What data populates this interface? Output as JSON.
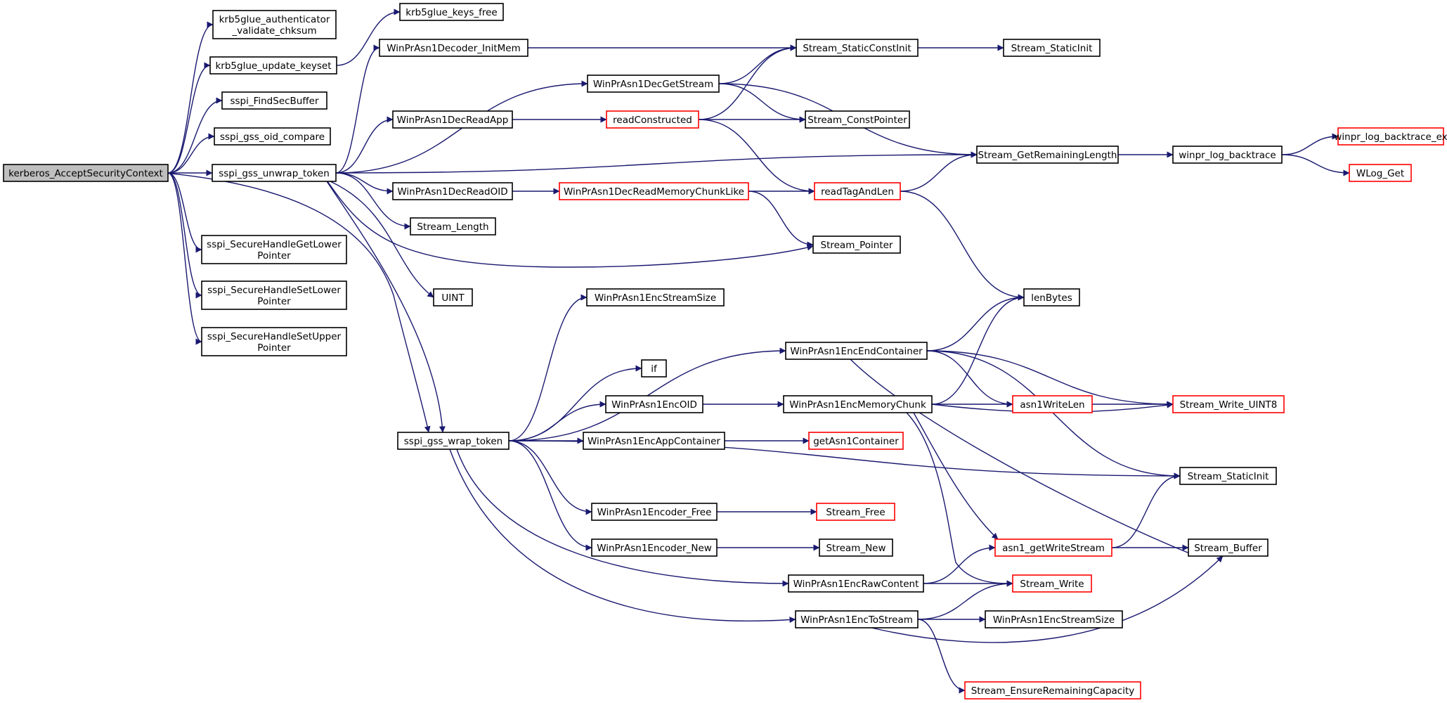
{
  "diagram": {
    "colors": {
      "edge": "#191970",
      "border": "#000000",
      "highlight_border": "#ff0000",
      "root_fill": "#bfbfbf"
    },
    "nodes": [
      {
        "id": "kac",
        "lines": [
          "kerberos_AcceptSecurityContext"
        ],
        "style": "root"
      },
      {
        "id": "kavc",
        "lines": [
          "krb5glue_authenticator",
          "_validate_chksum"
        ],
        "style": "normal"
      },
      {
        "id": "kuk",
        "lines": [
          "krb5glue_update_keyset"
        ],
        "style": "normal"
      },
      {
        "id": "kkf",
        "lines": [
          "krb5glue_keys_free"
        ],
        "style": "normal"
      },
      {
        "id": "fsb",
        "lines": [
          "sspi_FindSecBuffer"
        ],
        "style": "normal"
      },
      {
        "id": "goc",
        "lines": [
          "sspi_gss_oid_compare"
        ],
        "style": "normal"
      },
      {
        "id": "gut",
        "lines": [
          "sspi_gss_unwrap_token"
        ],
        "style": "normal"
      },
      {
        "id": "shgl",
        "lines": [
          "sspi_SecureHandleGetLower",
          "Pointer"
        ],
        "style": "normal"
      },
      {
        "id": "shsl",
        "lines": [
          "sspi_SecureHandleSetLower",
          "Pointer"
        ],
        "style": "normal"
      },
      {
        "id": "shsu",
        "lines": [
          "sspi_SecureHandleSetUpper",
          "Pointer"
        ],
        "style": "normal"
      },
      {
        "id": "ddim",
        "lines": [
          "WinPrAsn1Decoder_InitMem"
        ],
        "style": "normal"
      },
      {
        "id": "dgs",
        "lines": [
          "WinPrAsn1DecGetStream"
        ],
        "style": "normal"
      },
      {
        "id": "dra",
        "lines": [
          "WinPrAsn1DecReadApp"
        ],
        "style": "normal"
      },
      {
        "id": "dro",
        "lines": [
          "WinPrAsn1DecReadOID"
        ],
        "style": "normal"
      },
      {
        "id": "slen",
        "lines": [
          "Stream_Length"
        ],
        "style": "normal"
      },
      {
        "id": "uint",
        "lines": [
          "UINT"
        ],
        "style": "normal"
      },
      {
        "id": "gwt",
        "lines": [
          "sspi_gss_wrap_token"
        ],
        "style": "normal"
      },
      {
        "id": "ssci",
        "lines": [
          "Stream_StaticConstInit"
        ],
        "style": "normal"
      },
      {
        "id": "ssi1",
        "lines": [
          "Stream_StaticInit"
        ],
        "style": "normal"
      },
      {
        "id": "rc",
        "lines": [
          "readConstructed"
        ],
        "style": "red"
      },
      {
        "id": "scp",
        "lines": [
          "Stream_ConstPointer"
        ],
        "style": "normal"
      },
      {
        "id": "sgrl",
        "lines": [
          "Stream_GetRemainingLength"
        ],
        "style": "normal"
      },
      {
        "id": "wlb",
        "lines": [
          "winpr_log_backtrace"
        ],
        "style": "normal"
      },
      {
        "id": "wlbe",
        "lines": [
          "winpr_log_backtrace_ex"
        ],
        "style": "red"
      },
      {
        "id": "wlg",
        "lines": [
          "WLog_Get"
        ],
        "style": "red"
      },
      {
        "id": "drmcl",
        "lines": [
          "WinPrAsn1DecReadMemoryChunkLike"
        ],
        "style": "red"
      },
      {
        "id": "rtl",
        "lines": [
          "readTagAndLen"
        ],
        "style": "red"
      },
      {
        "id": "sp",
        "lines": [
          "Stream_Pointer"
        ],
        "style": "normal"
      },
      {
        "id": "lb",
        "lines": [
          "lenBytes"
        ],
        "style": "normal"
      },
      {
        "id": "ess1",
        "lines": [
          "WinPrAsn1EncStreamSize"
        ],
        "style": "normal"
      },
      {
        "id": "eec",
        "lines": [
          "WinPrAsn1EncEndContainer"
        ],
        "style": "normal"
      },
      {
        "id": "if",
        "lines": [
          "if"
        ],
        "style": "normal"
      },
      {
        "id": "eoid",
        "lines": [
          "WinPrAsn1EncOID"
        ],
        "style": "normal"
      },
      {
        "id": "emc",
        "lines": [
          "WinPrAsn1EncMemoryChunk"
        ],
        "style": "normal"
      },
      {
        "id": "awl",
        "lines": [
          "asn1WriteLen"
        ],
        "style": "red"
      },
      {
        "id": "swu8",
        "lines": [
          "Stream_Write_UINT8"
        ],
        "style": "red"
      },
      {
        "id": "eac",
        "lines": [
          "WinPrAsn1EncAppContainer"
        ],
        "style": "normal"
      },
      {
        "id": "gac",
        "lines": [
          "getAsn1Container"
        ],
        "style": "red"
      },
      {
        "id": "ssi2",
        "lines": [
          "Stream_StaticInit"
        ],
        "style": "normal"
      },
      {
        "id": "ef",
        "lines": [
          "WinPrAsn1Encoder_Free"
        ],
        "style": "normal"
      },
      {
        "id": "sfree",
        "lines": [
          "Stream_Free"
        ],
        "style": "red"
      },
      {
        "id": "en",
        "lines": [
          "WinPrAsn1Encoder_New"
        ],
        "style": "normal"
      },
      {
        "id": "snew",
        "lines": [
          "Stream_New"
        ],
        "style": "normal"
      },
      {
        "id": "agws",
        "lines": [
          "asn1_getWriteStream"
        ],
        "style": "red"
      },
      {
        "id": "sbuf",
        "lines": [
          "Stream_Buffer"
        ],
        "style": "normal"
      },
      {
        "id": "erc",
        "lines": [
          "WinPrAsn1EncRawContent"
        ],
        "style": "normal"
      },
      {
        "id": "sw",
        "lines": [
          "Stream_Write"
        ],
        "style": "red"
      },
      {
        "id": "ets",
        "lines": [
          "WinPrAsn1EncToStream"
        ],
        "style": "normal"
      },
      {
        "id": "ess2",
        "lines": [
          "WinPrAsn1EncStreamSize"
        ],
        "style": "normal"
      },
      {
        "id": "serc",
        "lines": [
          "Stream_EnsureRemainingCapacity"
        ],
        "style": "red"
      }
    ],
    "edges": [
      [
        "kac",
        "kavc"
      ],
      [
        "kac",
        "kuk"
      ],
      [
        "kac",
        "fsb"
      ],
      [
        "kac",
        "goc"
      ],
      [
        "kac",
        "gut"
      ],
      [
        "kac",
        "gwt"
      ],
      [
        "kac",
        "shgl"
      ],
      [
        "kac",
        "shsl"
      ],
      [
        "kac",
        "shsu"
      ],
      [
        "kuk",
        "kkf"
      ],
      [
        "gut",
        "ddim"
      ],
      [
        "gut",
        "dgs"
      ],
      [
        "gut",
        "dra"
      ],
      [
        "gut",
        "sgrl"
      ],
      [
        "gut",
        "dro"
      ],
      [
        "gut",
        "slen"
      ],
      [
        "gut",
        "sp"
      ],
      [
        "gut",
        "uint"
      ],
      [
        "gut",
        "gwt"
      ],
      [
        "ddim",
        "ssci"
      ],
      [
        "dgs",
        "ssci"
      ],
      [
        "dgs",
        "scp"
      ],
      [
        "dgs",
        "sgrl"
      ],
      [
        "dra",
        "rc"
      ],
      [
        "rc",
        "ssci"
      ],
      [
        "rc",
        "scp"
      ],
      [
        "rc",
        "rtl"
      ],
      [
        "dro",
        "drmcl"
      ],
      [
        "drmcl",
        "rtl"
      ],
      [
        "drmcl",
        "sp"
      ],
      [
        "rtl",
        "sgrl"
      ],
      [
        "rtl",
        "lb"
      ],
      [
        "ssci",
        "ssi1"
      ],
      [
        "sgrl",
        "wlb"
      ],
      [
        "wlb",
        "wlbe"
      ],
      [
        "wlb",
        "wlg"
      ],
      [
        "gwt",
        "ess1"
      ],
      [
        "gwt",
        "eec"
      ],
      [
        "gwt",
        "if"
      ],
      [
        "gwt",
        "eoid"
      ],
      [
        "gwt",
        "eac"
      ],
      [
        "gwt",
        "ssi2"
      ],
      [
        "gwt",
        "ef"
      ],
      [
        "gwt",
        "en"
      ],
      [
        "gwt",
        "erc"
      ],
      [
        "gwt",
        "ets"
      ],
      [
        "eec",
        "lb"
      ],
      [
        "eec",
        "awl"
      ],
      [
        "eec",
        "swu8"
      ],
      [
        "eec",
        "ssi2"
      ],
      [
        "eec",
        "sbuf"
      ],
      [
        "eoid",
        "emc"
      ],
      [
        "emc",
        "lb"
      ],
      [
        "emc",
        "awl"
      ],
      [
        "emc",
        "swu8"
      ],
      [
        "emc",
        "agws"
      ],
      [
        "emc",
        "sw"
      ],
      [
        "awl",
        "swu8"
      ],
      [
        "eac",
        "gac"
      ],
      [
        "ef",
        "sfree"
      ],
      [
        "en",
        "snew"
      ],
      [
        "agws",
        "ssi2"
      ],
      [
        "agws",
        "sbuf"
      ],
      [
        "erc",
        "agws"
      ],
      [
        "erc",
        "sw"
      ],
      [
        "ets",
        "sw"
      ],
      [
        "ets",
        "ess2"
      ],
      [
        "ets",
        "sbuf"
      ],
      [
        "ets",
        "serc"
      ]
    ]
  }
}
